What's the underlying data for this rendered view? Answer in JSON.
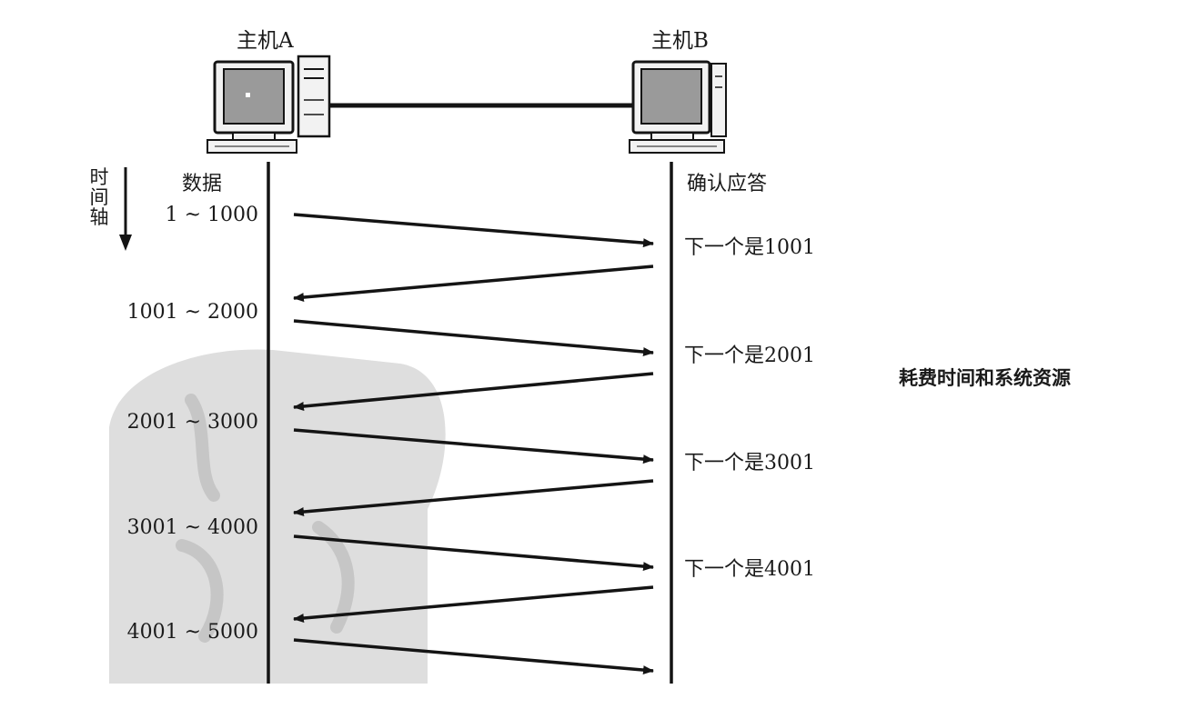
{
  "host_a": {
    "label": "主机A"
  },
  "host_b": {
    "label": "主机B"
  },
  "time_axis": {
    "label": "时间轴"
  },
  "data_header": "数据",
  "ack_header": "确认应答",
  "data_segments": [
    "1 ~ 1000",
    "1001 ~ 2000",
    "2001 ~ 3000",
    "3001 ~ 4000",
    "4001 ~ 5000"
  ],
  "acks": [
    "下一个是1001",
    "下一个是2001",
    "下一个是3001",
    "下一个是4001"
  ],
  "note": "耗费时间和系统资源",
  "colors": {
    "line": "#141414",
    "watermark": "#d9d9d9",
    "screen": "#9a9a9a"
  }
}
